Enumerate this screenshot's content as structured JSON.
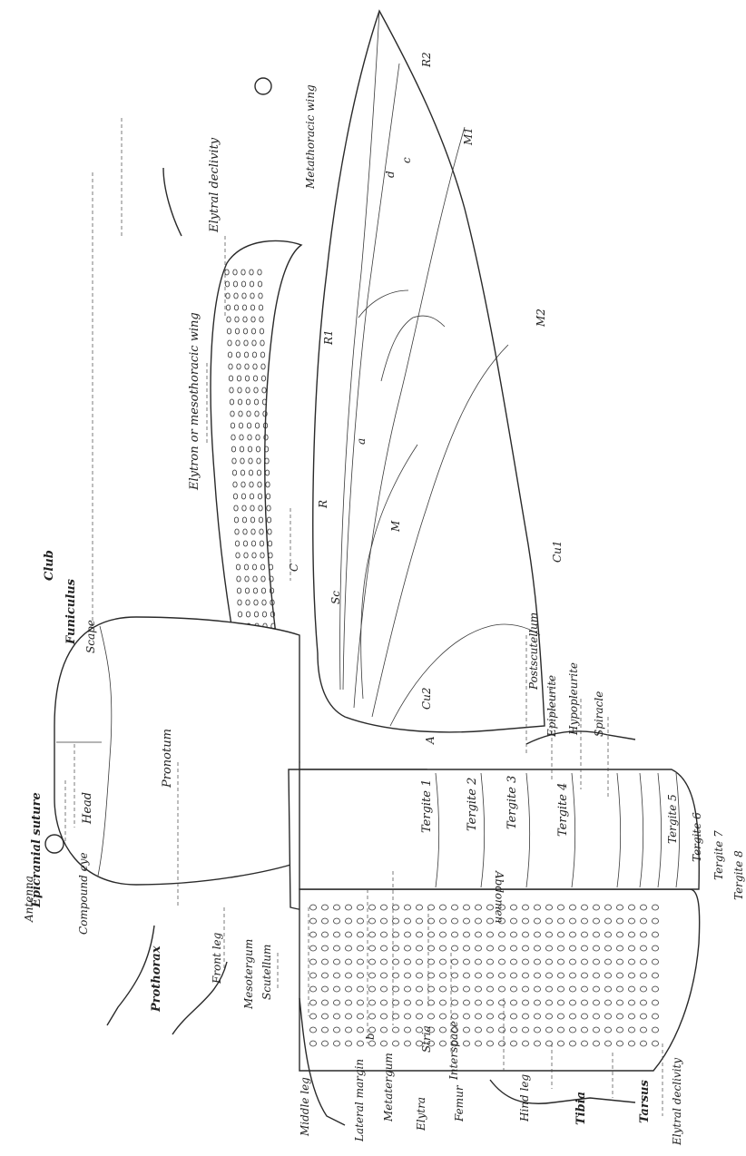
{
  "labels": {
    "epicranial_suture": "Epicranial suture",
    "club": "Club",
    "funiculus": "Funiculus",
    "scape": "Scape",
    "head": "Head",
    "pronotum": "Pronotum",
    "antenna": "Antenna",
    "compound_eye": "Compound eye",
    "prothorax": "Prothorax",
    "front_leg": "Front leg",
    "mesotergum": "Mesotergum",
    "scutellum": "Scutellum",
    "middle_leg": "Middle leg",
    "lateral_margin": "Lateral margin",
    "metatergum": "Metatergum",
    "elytra": "Elytra",
    "b": "b",
    "stria": "Stria",
    "interspace": "Interspace",
    "femur": "Femur",
    "hind_leg": "Hind leg",
    "tibia": "Tibia",
    "tarsus": "Tarsus",
    "elytral_declivity_bottom": "Elytral declivity",
    "elytral_declivity_top": "Elytral declivity",
    "elytron_wing": "Elytron or mesothoracic wing",
    "metathoracic_wing": "Metathoracic wing",
    "postscutellum": "Postscutellum",
    "epipleurite": "Epipleurite",
    "hypopleurite": "Hypopleurite",
    "spiracle": "Spiracle",
    "abdomen": "Abdomen",
    "tergite1": "Tergite 1",
    "tergite2": "Tergite 2",
    "tergite3": "Tergite 3",
    "tergite4": "Tergite 4",
    "tergite5": "Tergite 5",
    "tergite6": "Tergite 6",
    "tergite7": "Tergite 7",
    "tergite8": "Tergite 8",
    "vein_c": "C",
    "vein_sc": "Sc",
    "vein_r": "R",
    "vein_m": "M",
    "vein_cu2": "Cu2",
    "vein_a": "A",
    "vein_r1": "R1",
    "vein_r2": "R2",
    "vein_m1": "M1",
    "vein_m2": "M2",
    "vein_cu1": "Cu1",
    "mark_a": "a",
    "mark_c": "c",
    "mark_d": "d"
  }
}
